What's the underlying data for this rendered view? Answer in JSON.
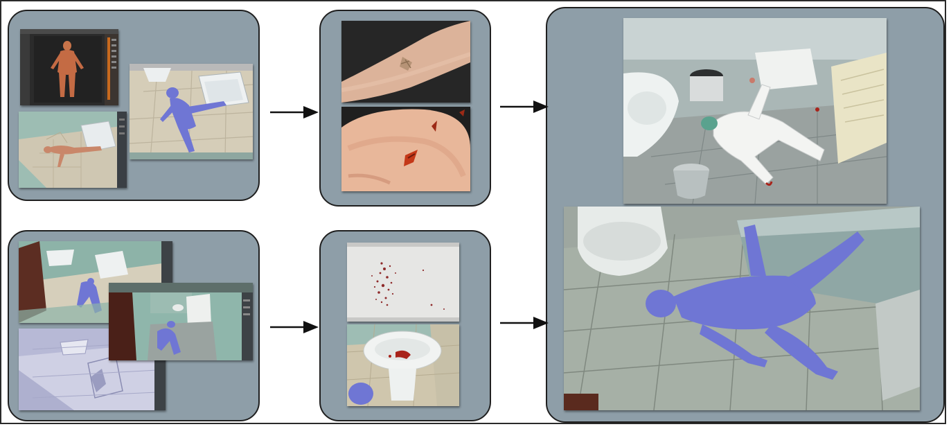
{
  "colors": {
    "panel_fill": "#8e9ea8",
    "panel_border": "#1f1f1f",
    "arrow": "#111111",
    "avatar_blue": "#6f76d4",
    "skin": "#d9a98a",
    "blood": "#a8231a",
    "tile": "#d8d2c0",
    "wall_green": "#8fb3a7"
  },
  "diagram": {
    "panels": [
      {
        "id": "modeling-panel",
        "images": [
          "software-avatar-view",
          "scene-overhead-view",
          "avatar-placement-view"
        ]
      },
      {
        "id": "wound-detail-panel",
        "images": [
          "arm-abrasion-closeup",
          "head-laceration-closeup"
        ]
      },
      {
        "id": "final-comparison-panel",
        "images": [
          "crime-scene-photo",
          "reconstruction-render"
        ]
      },
      {
        "id": "scene-setup-panel",
        "images": [
          "bathroom-layout-view",
          "door-perspective-view",
          "wireframe-view"
        ]
      },
      {
        "id": "bloodstain-panel",
        "images": [
          "blood-spatter-sample",
          "toilet-blood-render"
        ]
      }
    ],
    "arrows": [
      "arrow-top-1",
      "arrow-top-2",
      "arrow-bottom-1",
      "arrow-bottom-2"
    ]
  }
}
